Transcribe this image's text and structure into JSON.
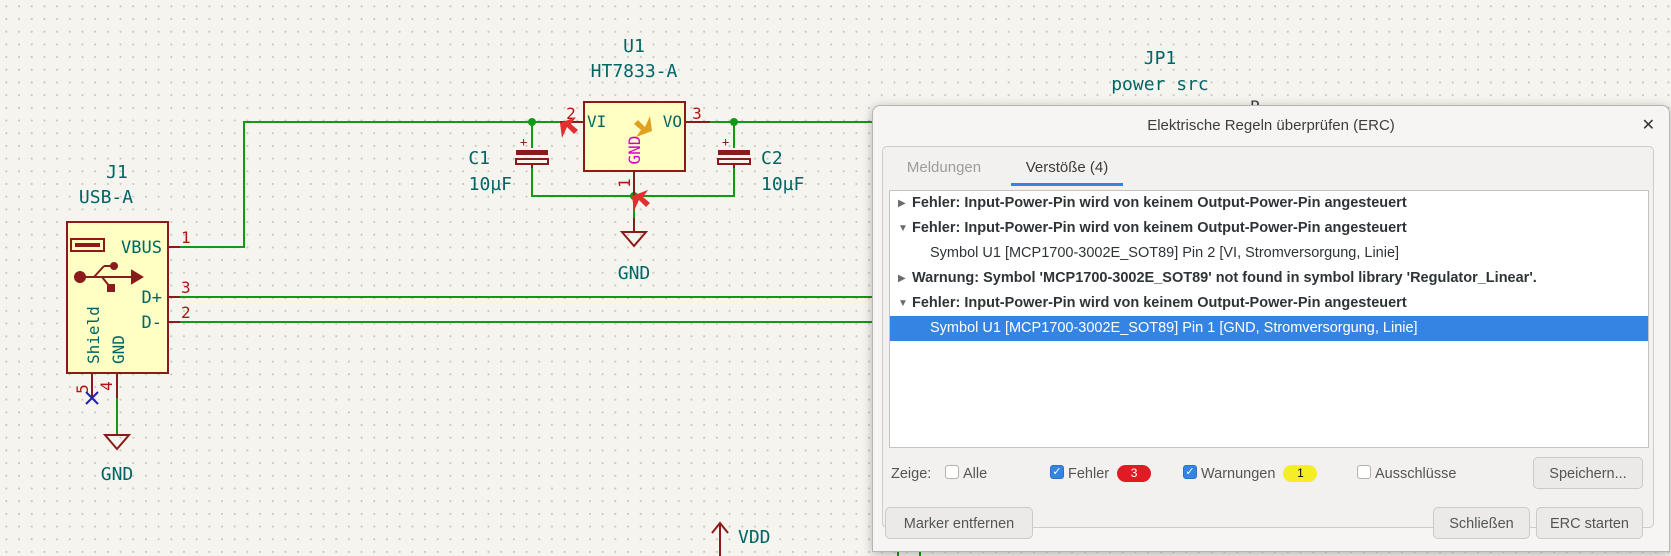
{
  "schematic": {
    "u1": {
      "ref": "U1",
      "value": "HT7833-A",
      "pin_vi": "VI",
      "pin_vo": "VO",
      "pin_gnd": "GND",
      "pin_num_vi": "2",
      "pin_num_vo": "3",
      "pin_num_gnd": "1"
    },
    "jp1": {
      "ref": "JP1",
      "value": "power src",
      "partial_label": "P"
    },
    "j1": {
      "ref": "J1",
      "value": "USB-A",
      "pin_vbus": "VBUS",
      "pin_dplus": "D+",
      "pin_dminus": "D-",
      "pin_shield": "Shield",
      "pin_gnd": "GND",
      "pin_num_vbus": "1",
      "pin_num_dplus": "3",
      "pin_num_dminus": "2",
      "pin_num_shield": "5",
      "pin_num_gnd": "4"
    },
    "c1": {
      "ref": "C1",
      "value": "10µF"
    },
    "c2": {
      "ref": "C2",
      "value": "10µF"
    },
    "gnd_label": "GND",
    "vdd_label": "VDD",
    "colors": {
      "wire": "#129915",
      "symbol_border": "#8b1a1a",
      "symbol_fill": "#ffffc4",
      "text_teal": "#006565",
      "pin_gnd_text": "#cc00cc",
      "erc_marker": "#e03030"
    }
  },
  "dialog": {
    "title": "Elektrische Regeln überprüfen (ERC)",
    "close_icon": "close-icon",
    "tabs": [
      {
        "label": "Meldungen",
        "active": false
      },
      {
        "label": "Verstöße (4)",
        "active": true
      }
    ],
    "violations": [
      {
        "text": "Fehler: Input-Power-Pin wird von keinem Output-Power-Pin angesteuert",
        "expanded": false
      },
      {
        "text": "Fehler: Input-Power-Pin wird von keinem Output-Power-Pin angesteuert",
        "expanded": true
      },
      {
        "text": "Symbol U1 [MCP1700-3002E_SOT89] Pin 2 [VI, Stromversorgung, Linie]"
      },
      {
        "text": "Warnung: Symbol 'MCP1700-3002E_SOT89' not found in symbol library 'Regulator_Linear'.",
        "expanded": false
      },
      {
        "text": "Fehler: Input-Power-Pin wird von keinem Output-Power-Pin angesteuert",
        "expanded": true
      },
      {
        "text": "Symbol U1 [MCP1700-3002E_SOT89] Pin 1 [GND, Stromversorgung, Linie]",
        "selected": true
      }
    ],
    "filter": {
      "label": "Zeige:",
      "all": {
        "label": "Alle",
        "checked": false
      },
      "errors": {
        "label": "Fehler",
        "checked": true,
        "count": "3",
        "color": "#e01b24"
      },
      "warnings": {
        "label": "Warnungen",
        "checked": true,
        "count": "1",
        "color": "#f5ee27"
      },
      "exclusions": {
        "label": "Ausschlüsse",
        "checked": false
      }
    },
    "buttons": {
      "save": "Speichern...",
      "remove_markers": "Marker entfernen",
      "close": "Schließen",
      "run_erc": "ERC starten"
    }
  }
}
